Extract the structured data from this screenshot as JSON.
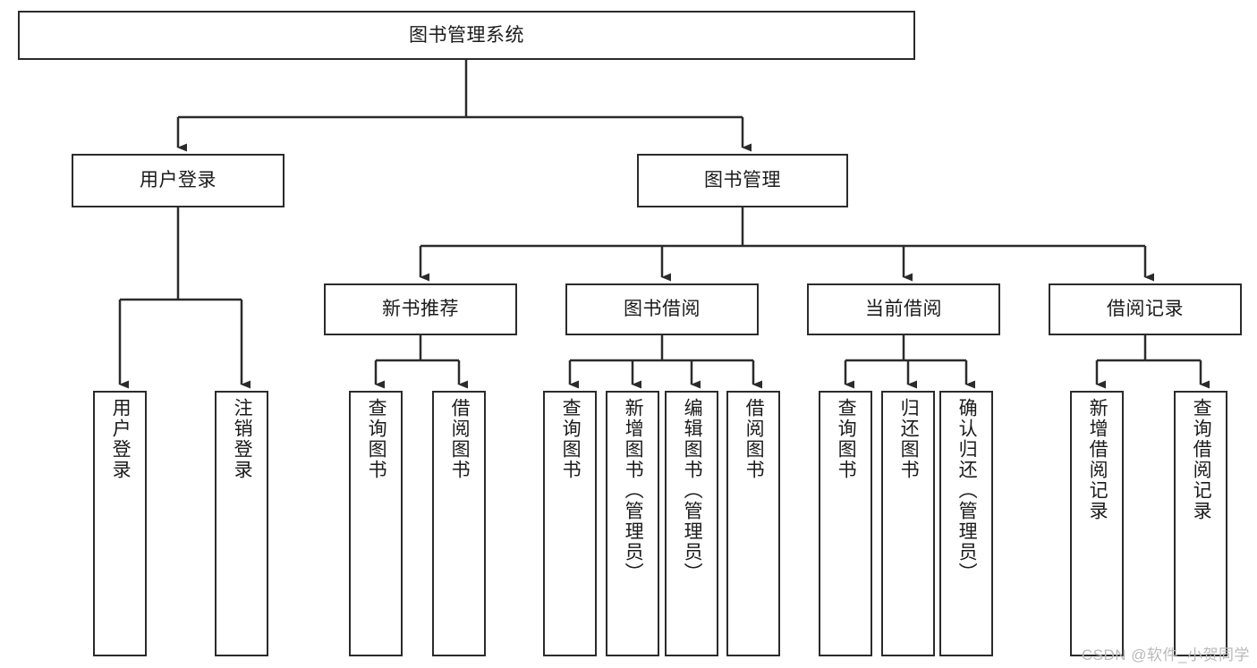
{
  "diagram": {
    "title_node": {
      "id": "root",
      "label": "图书管理系统"
    },
    "level1": [
      {
        "id": "login",
        "label": "用户登录"
      },
      {
        "id": "bookmgmt",
        "label": "图书管理"
      }
    ],
    "level2": [
      {
        "id": "newbook",
        "label": "新书推荐"
      },
      {
        "id": "borrow",
        "label": "图书借阅"
      },
      {
        "id": "current",
        "label": "当前借阅"
      },
      {
        "id": "record",
        "label": "借阅记录"
      }
    ],
    "leaves": {
      "login": [
        {
          "id": "leaf-user-login",
          "label": "用户登录"
        },
        {
          "id": "leaf-logout",
          "label": "注销登录"
        }
      ],
      "newbook": [
        {
          "id": "leaf-query-book-1",
          "label": "查询图书"
        },
        {
          "id": "leaf-borrow-book-1",
          "label": "借阅图书"
        }
      ],
      "borrow": [
        {
          "id": "leaf-query-book-2",
          "label": "查询图书"
        },
        {
          "id": "leaf-add-book",
          "label": "新增图书（管理员）"
        },
        {
          "id": "leaf-edit-book",
          "label": "编辑图书（管理员）"
        },
        {
          "id": "leaf-borrow-book-2",
          "label": "借阅图书"
        }
      ],
      "current": [
        {
          "id": "leaf-query-book-3",
          "label": "查询图书"
        },
        {
          "id": "leaf-return-book",
          "label": "归还图书"
        },
        {
          "id": "leaf-confirm-return",
          "label": "确认归还（管理员）"
        }
      ],
      "record": [
        {
          "id": "leaf-add-record",
          "label": "新增借阅记录"
        },
        {
          "id": "leaf-query-record",
          "label": "查询借阅记录"
        }
      ]
    },
    "watermark": "CSDN @软件_小贺同学",
    "colors": {
      "stroke": "#2b2b2b",
      "fill": "#ffffff",
      "text": "#1b1b1b",
      "watermark": "#b9b9b9"
    }
  }
}
